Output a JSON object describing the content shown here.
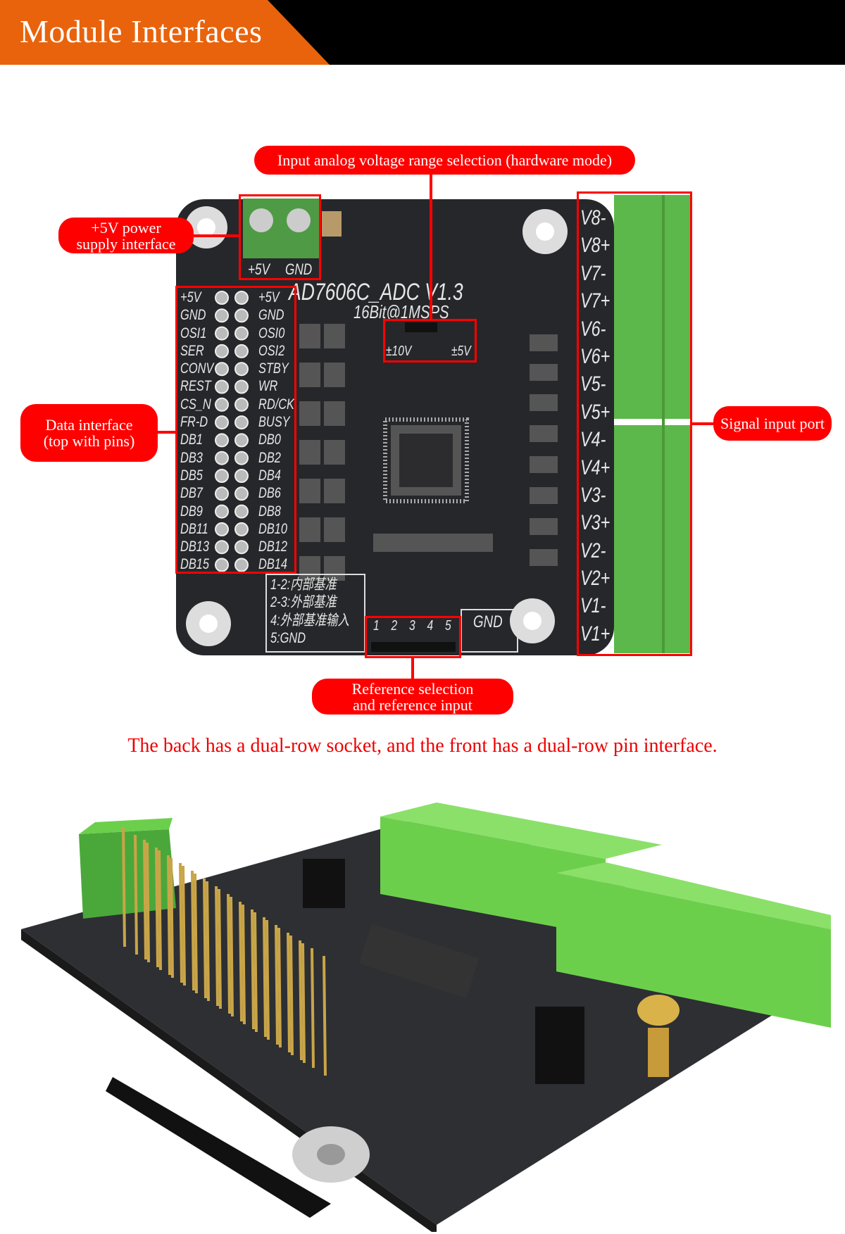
{
  "header": {
    "title": "Module Interfaces"
  },
  "callouts": {
    "range": "Input analog voltage range selection (hardware mode)",
    "power_line1": "+5V power",
    "power_line2": "supply interface",
    "data_line1": "Data interface",
    "data_line2": "(top with pins)",
    "signal": "Signal input port",
    "ref_line1": "Reference selection",
    "ref_line2": "and reference input"
  },
  "caption": "The back has a dual-row socket, and the front has a dual-row pin interface.",
  "board": {
    "name": "AD7606C_ADC V1.3",
    "spec": "16Bit@1MSPS",
    "power_labels": [
      "+5V",
      "GND"
    ],
    "jumper_labels": [
      "±10V",
      "±5V"
    ],
    "pins_left": [
      "+5V",
      "GND",
      "OSI1",
      "SER",
      "CONV",
      "REST",
      "CS_N",
      "FR-D",
      "DB1",
      "DB3",
      "DB5",
      "DB7",
      "DB9",
      "DB11",
      "DB13",
      "DB15"
    ],
    "pins_right": [
      "+5V",
      "GND",
      "OSI0",
      "OSI2",
      "STBY",
      "WR",
      "RD/CK",
      "BUSY",
      "DB0",
      "DB2",
      "DB4",
      "DB6",
      "DB8",
      "DB10",
      "DB12",
      "DB14"
    ],
    "inputs": [
      "V8-",
      "V8+",
      "V7-",
      "V7+",
      "V6-",
      "V6+",
      "V5-",
      "V5+",
      "V4-",
      "V4+",
      "V3-",
      "V3+",
      "V2-",
      "V2+",
      "V1-",
      "V1+"
    ],
    "ref_notes": [
      "1-2:内部基准",
      "2-3:外部基准",
      "4:外部基准输入",
      "5:GND"
    ],
    "ref_pins": "1 2 3 4 5",
    "gnd_label": "GND"
  },
  "colors": {
    "accent": "#e8630c",
    "callout": "#ff0000",
    "pcb": "#26272b",
    "terminal": "#5cb84a"
  }
}
